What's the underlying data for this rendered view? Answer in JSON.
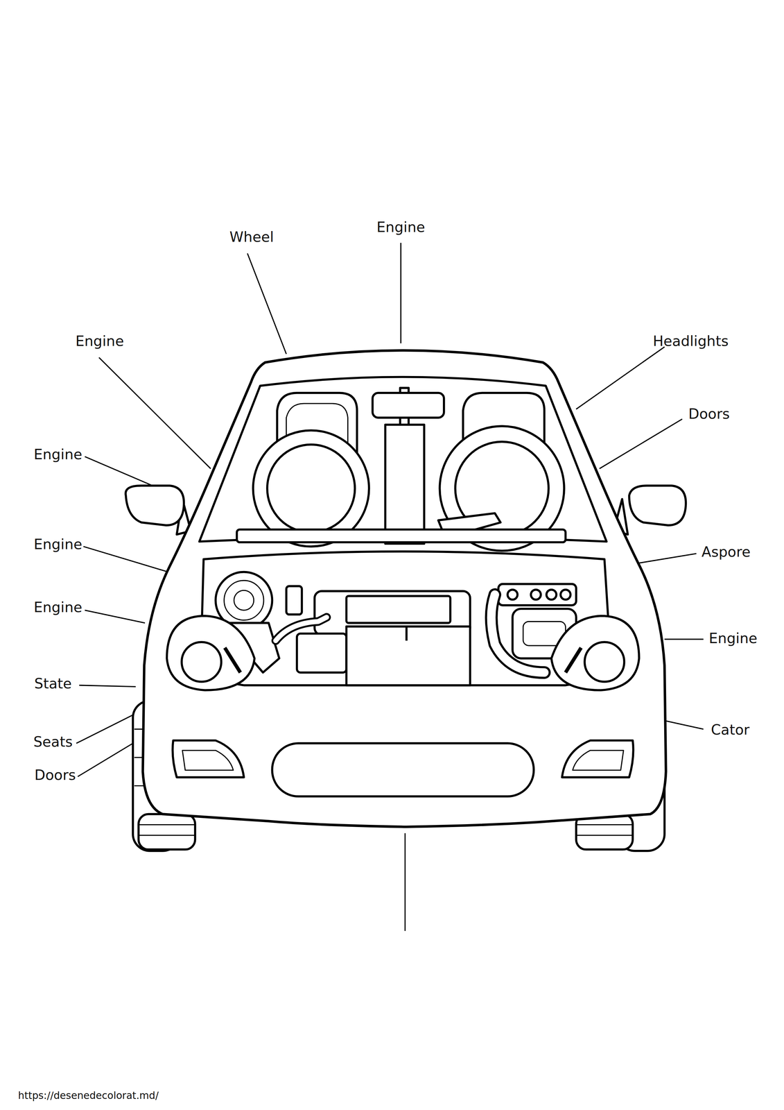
{
  "diagram": {
    "labels": [
      "Engine",
      "Wheel",
      "Engine",
      "Headlights",
      "Doors",
      "Engine",
      "Engine",
      "Aspore",
      "Engine",
      "Engine",
      "State",
      "Cator",
      "Seats",
      "Doors",
      "https://desenedecolorat.md/"
    ]
  }
}
